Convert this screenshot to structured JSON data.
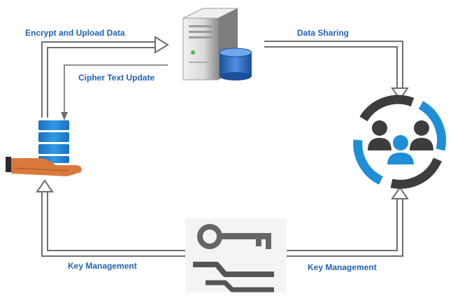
{
  "labels": {
    "encrypt_upload": "Encrypt and Upload Data",
    "cipher_update": "Cipher Text Update",
    "data_sharing": "Data Sharing",
    "key_mgmt_left": "Key Management",
    "key_mgmt_right": "Key Management"
  },
  "icons": {
    "server": "cloud-server-database-icon",
    "owner": "data-owner-hand-icon",
    "users": "user-group-icon",
    "key": "key-handover-icon"
  },
  "colors": {
    "label_blue": "#1f63b5",
    "accent_blue": "#1e8fd6",
    "dark_gray": "#3d3d3d",
    "hand_orange": "#d97a3c"
  }
}
